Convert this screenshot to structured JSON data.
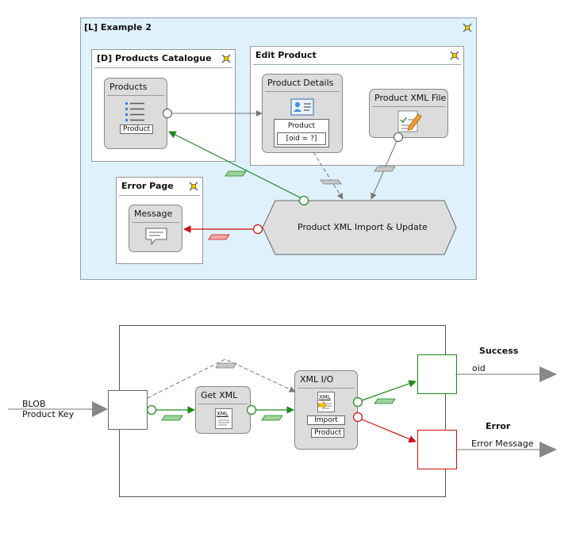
{
  "example": {
    "title": "[L] Example 2",
    "products_catalogue": {
      "title": "[D] Products Catalogue",
      "unit_title": "Products",
      "tag": "Product"
    },
    "edit_product": {
      "title": "Edit Product",
      "details": {
        "title": "Product Details",
        "tag_line1": "Product",
        "tag_line2": "[oid = ?]"
      },
      "xml_file": {
        "title": "Product XML File"
      }
    },
    "error_page": {
      "title": "Error Page",
      "unit_title": "Message"
    },
    "operation": {
      "label": "Product XML Import & Update"
    }
  },
  "flow": {
    "input_label_1": "BLOB",
    "input_label_2": "Product Key",
    "get_xml": {
      "title": "Get XML",
      "icon_text": "XML"
    },
    "xml_io": {
      "title": "XML I/O",
      "icon_text": "XML",
      "action": "Import",
      "tag": "Product"
    },
    "success": {
      "title": "Success",
      "output": "oid"
    },
    "error": {
      "title": "Error",
      "output": "Error Message"
    }
  },
  "colors": {
    "panel_bg": "#dff1fa",
    "ok_flow": "#1a8a1a",
    "ko_flow": "#cc1111",
    "neutral_flow": "#777777"
  }
}
